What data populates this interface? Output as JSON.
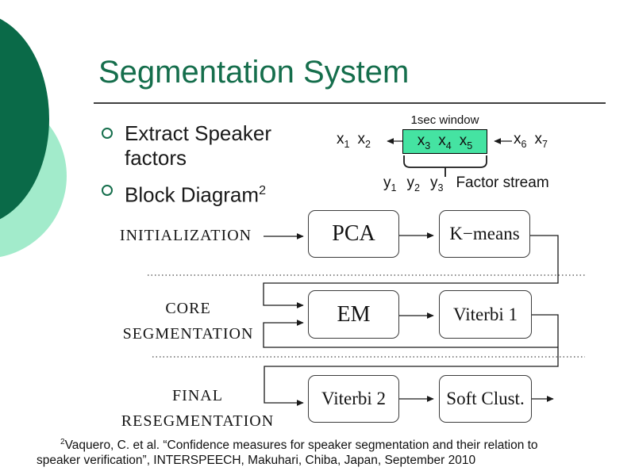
{
  "slide": {
    "title": "Segmentation System",
    "bullets": [
      {
        "line1": "Extract Speaker",
        "line2": "factors"
      },
      {
        "label": "Block Diagram",
        "sup": "2"
      }
    ]
  },
  "window_diagram": {
    "caption": "1sec window",
    "factor_stream_label": "Factor stream",
    "tokens": {
      "x1": {
        "b": "x",
        "s": "1"
      },
      "x2": {
        "b": "x",
        "s": "2"
      },
      "x3": {
        "b": "x",
        "s": "3"
      },
      "x4": {
        "b": "x",
        "s": "4"
      },
      "x5": {
        "b": "x",
        "s": "5"
      },
      "x6": {
        "b": "x",
        "s": "6"
      },
      "x7": {
        "b": "x",
        "s": "7"
      },
      "y1": {
        "b": "y",
        "s": "1"
      },
      "y2": {
        "b": "y",
        "s": "2"
      },
      "y3": {
        "b": "y",
        "s": "3"
      }
    }
  },
  "block_diagram": {
    "stages": [
      {
        "lines": [
          "INITIALIZATION"
        ]
      },
      {
        "lines": [
          "CORE",
          "SEGMENTATION"
        ]
      },
      {
        "lines": [
          "FINAL",
          "RESEGMENTATION"
        ]
      }
    ],
    "boxes": {
      "pca": "PCA",
      "kmeans": "K−means",
      "em": "EM",
      "viterbi1": "Viterbi 1",
      "viterbi2": "Viterbi 2",
      "softclust": "Soft Clust."
    }
  },
  "footnote": {
    "sup": "2",
    "line1": "Vaquero, C. et al. “Confidence measures for speaker segmentation and their relation to",
    "line2": "speaker verification”, INTERSPEECH, Makuhari, Chiba, Japan, September 2010"
  },
  "colors": {
    "title_green": "#156e4c",
    "circle_dark": "#0a6a48",
    "circle_light": "#a2ebcb",
    "window_fill": "#45e3a2",
    "text": "#141414"
  }
}
